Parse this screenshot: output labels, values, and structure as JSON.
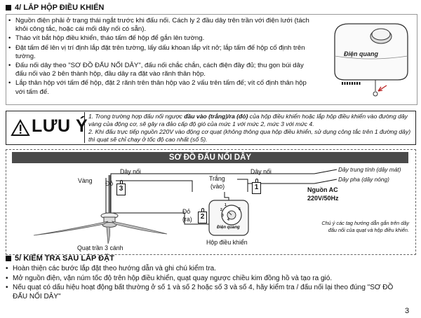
{
  "section4": {
    "title": "4/ LẮP HỘP ĐIỀU KHIỂN",
    "bullets": [
      "Nguồn điện phải ở trạng thái ngắt trước khi đấu nối. Cách ly 2 đầu dây trên trần với điện lưới (tách khỏi công tắc, hoặc cái mối dây nối có sẵn).",
      "Tháo vít bắt hộp điều khiển, tháo tấm đế hộp để gắn lên tường.",
      "Đặt tấm đế lên vị trí định lắp đặt trên tường, lấy dấu khoan lắp vít nở; lắp tấm đế hộp cố định trên tường.",
      "Đấu nối dây theo \"SƠ ĐỒ ĐẤU NỐI DÂY\", đấu nối chắc chắn, cách điện đầy đủ; thu gọn búi dây đấu nối vào 2 bên thành hộp, đầu dây ra đặt vào rãnh thân hộp.",
      "Lắp thân hộp với tấm đế hộp, đặt 2 rãnh trên thân hộp vào 2 vấu trên tấm đế; vít cố định thân hộp với tấm đế."
    ],
    "device_brand": "Điện quang"
  },
  "caution": {
    "word": "LƯU Ý",
    "line1_pre": "1. Trong trường hợp đấu nối ngược ",
    "line1_bold": "đầu vào (trắng)/ra (đỏ)",
    "line1_post": " của hộp điều khiển hoặc lắp hộp điều khiển vào đường dây vàng của động cơ, sẽ gây ra đảo cấp độ gió của mức 1 với mức 2, mức 3 với mức 4.",
    "line2": "2. Khi đấu trực tiếp nguồn 220V vào động cơ quạt (không thông qua hộp điều khiển, sử dụng công tắc trên 1 đường dây) thì quạt sẽ chỉ chạy ở tốc độ cao nhất (số 5)."
  },
  "diagram": {
    "title": "SƠ ĐỒ ĐẤU NỐI DÂY",
    "labels": {
      "day_noi_left": "Dây nối",
      "day_noi_right": "Dây nối",
      "vang": "Vàng",
      "do_top": "Đỏ",
      "tag3": "3",
      "do_ra_1": "Đỏ",
      "do_ra_2": "(ra)",
      "tag2": "2",
      "trang_1": "Trắng",
      "trang_2": "(vào)",
      "tag1": "1",
      "neutral": "Dây trung tính (dây mát)",
      "phase": "Dây pha (dây nóng)",
      "source_1": "Nguồn AC",
      "source_2": "220V/50Hz",
      "fan": "Quạt trần 3 cánh",
      "box": "Hộp điều khiển",
      "box_brand": "Điện quang",
      "note_1": "Chú ý các tag hướng dẫn gắn trên dây",
      "note_2": "đấu nối của quạt và hộp điều khiển."
    },
    "dial_numbers": [
      "1",
      "2",
      "3",
      "4",
      "5"
    ]
  },
  "section5": {
    "title": "5/ KIỂM TRA SAU LẮP ĐẶT",
    "bullets": [
      "Hoàn thiện các bước lắp đặt theo hướng dẫn và ghi chú kiểm tra.",
      "Mở nguồn điện, vặn núm tốc độ trên hộp điều khiển, quạt quay ngược chiều kim đồng hồ và tạo ra gió.",
      "Nếu quạt có dấu hiệu hoạt động bất thường ở số 1 và số 2 hoặc số 3 và số 4, hãy kiểm tra / đấu nối lại theo đúng \"SƠ ĐỒ ĐẤU NỐI DÂY\""
    ]
  },
  "page_number": "3"
}
